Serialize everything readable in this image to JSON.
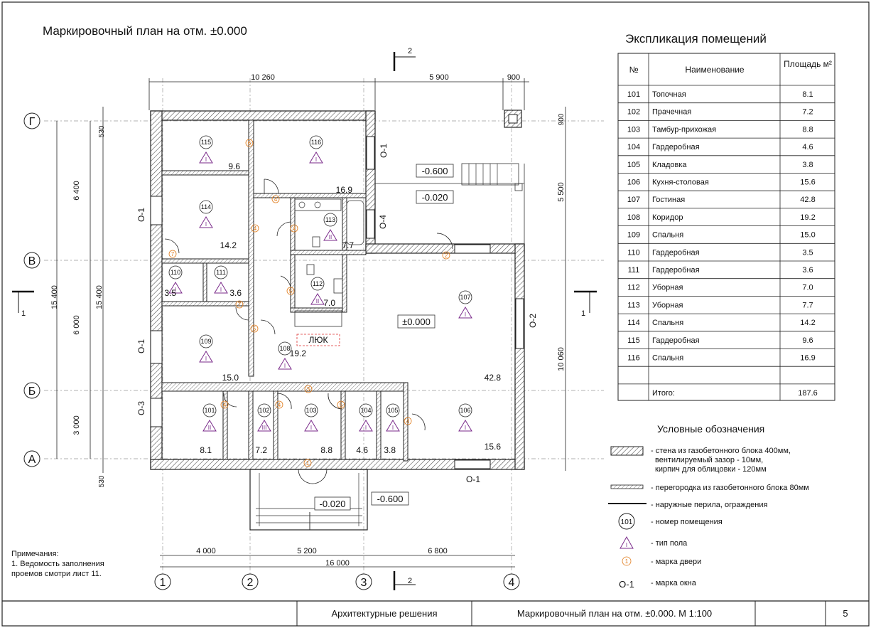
{
  "plan_title": "Маркировочный план на отм. ±0.000",
  "explication": {
    "title": "Экспликация помещений",
    "headers": {
      "num": "№",
      "name": "Наименование",
      "area": "Площадь м²"
    },
    "rows": [
      {
        "num": "101",
        "name": "Топочная",
        "area": "8,1"
      },
      {
        "num": "102",
        "name": "Прачечная",
        "area": "7,2"
      },
      {
        "num": "103",
        "name": "Тамбур-прихожая",
        "area": "8,8"
      },
      {
        "num": "104",
        "name": "Гардеробная",
        "area": "4,6"
      },
      {
        "num": "105",
        "name": "Кладовка",
        "area": "3,8"
      },
      {
        "num": "106",
        "name": "Кухня-столовая",
        "area": "15,6"
      },
      {
        "num": "107",
        "name": "Гостиная",
        "area": "42,8"
      },
      {
        "num": "108",
        "name": "Коридор",
        "area": "19,2"
      },
      {
        "num": "109",
        "name": "Спальня",
        "area": "15,0"
      },
      {
        "num": "110",
        "name": "Гардеробная",
        "area": "3,5"
      },
      {
        "num": "111",
        "name": "Гардеробная",
        "area": "3,6"
      },
      {
        "num": "112",
        "name": "Уборная",
        "area": "7,0"
      },
      {
        "num": "113",
        "name": "Уборная",
        "area": "7,7"
      },
      {
        "num": "114",
        "name": "Спальня",
        "area": "14,2"
      },
      {
        "num": "115",
        "name": "Гардеробная",
        "area": "9,6"
      },
      {
        "num": "116",
        "name": "Спальня",
        "area": "16,9"
      }
    ],
    "total_label": "Итого:",
    "total_value": "187,6"
  },
  "legend": {
    "title": "Условные обозначения",
    "wall": "- стена из газобетонного блока 400мм,",
    "wall2": "вентилируемый зазор - 10мм,",
    "wall3": "кирпич для облицовки - 120мм",
    "partition": "- перегородка из газобетонного блока 80мм",
    "railing": "- наружные перила, ограждения",
    "room_num": "- номер помещения",
    "floor_type": "- тип пола",
    "door_mark": "- марка двери",
    "window_mark": "- марка окна",
    "sample_room": "101",
    "sample_floor": "I",
    "sample_door": "1",
    "sample_window": "О-1"
  },
  "notes": {
    "title": "Примечания:",
    "line1": "1. Ведомость заполнения",
    "line2": "проемов смотри лист 11."
  },
  "title_block": {
    "section": "Архитектурные решения",
    "sheet_title": "Маркировочный план на отм. ±0.000.   М 1:100",
    "sheet_num": "5"
  },
  "dims": {
    "top": [
      "10 260",
      "5 900",
      "900"
    ],
    "bottom": [
      "4 000",
      "5 200",
      "6 800"
    ],
    "bottom_total": "16 000",
    "left_inner": [
      "530",
      "6 400",
      "6 000",
      "3 000",
      "530"
    ],
    "left_total": "15 400",
    "left_total2": "15 400",
    "right": [
      "900",
      "5 500",
      "10 060"
    ]
  },
  "axes": {
    "rows": [
      "Г",
      "В",
      "Б",
      "А"
    ],
    "cols": [
      "1",
      "2",
      "3",
      "4"
    ],
    "section_top": "2",
    "section_bottom": "2",
    "section_left": "1",
    "section_right": "1"
  },
  "levels": {
    "main": "±0.000",
    "terrace_top": "-0.600",
    "terrace_top2": "-0.020",
    "porch": "-0.020",
    "ground": "-0.600"
  },
  "hatch_label": "ЛЮК",
  "rooms": [
    {
      "num": "115",
      "floor": "I",
      "area": "9,6"
    },
    {
      "num": "116",
      "floor": "I",
      "area": "16,9"
    },
    {
      "num": "114",
      "floor": "I",
      "area": "14,2"
    },
    {
      "num": "113",
      "floor": "II",
      "area": "7,7"
    },
    {
      "num": "110",
      "floor": "I",
      "area": "3,5"
    },
    {
      "num": "111",
      "floor": "I",
      "area": "3,6"
    },
    {
      "num": "112",
      "floor": "II",
      "area": "7,0"
    },
    {
      "num": "107",
      "floor": "I",
      "area": "42,8"
    },
    {
      "num": "109",
      "floor": "I",
      "area": "15,0"
    },
    {
      "num": "108",
      "floor": "I",
      "area": "19,2"
    },
    {
      "num": "101",
      "floor": "II",
      "area": "8,1"
    },
    {
      "num": "102",
      "floor": "III",
      "area": "7,2"
    },
    {
      "num": "103",
      "floor": "I",
      "area": "8,8"
    },
    {
      "num": "104",
      "floor": "I",
      "area": "4,6"
    },
    {
      "num": "105",
      "floor": "I",
      "area": "3,8"
    },
    {
      "num": "106",
      "floor": "I",
      "area": "15,6"
    }
  ],
  "windows": {
    "o1": "О-1",
    "o2": "О-2",
    "o3": "О-3",
    "o4": "О-4"
  },
  "door_marks": {
    "d1": "1",
    "d2": "2",
    "d3": "3",
    "d4": "4",
    "d5": "5",
    "d6": "6",
    "d7": "7"
  }
}
